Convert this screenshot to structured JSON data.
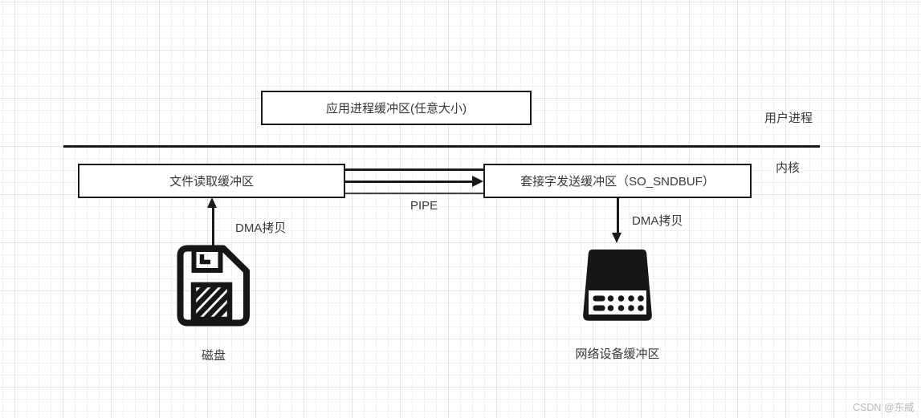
{
  "colors": {
    "stroke": "#1a1a1a",
    "text": "#383838",
    "grid_minor": "#f1f1f3",
    "grid_major": "#e3e3e6",
    "watermark": "#b9b9bd",
    "canvas_bg": "#ffffff"
  },
  "regions": {
    "user_space_label": "用户进程",
    "kernel_label": "内核"
  },
  "boxes": {
    "app_buffer": {
      "label": "应用进程缓冲区(任意大小)"
    },
    "file_read_buffer": {
      "label": "文件读取缓冲区"
    },
    "socket_send_buffer": {
      "label": "套接字发送缓冲区（SO_SNDBUF）"
    }
  },
  "edges": {
    "pipe_label": "PIPE",
    "dma_copy_disk_label": "DMA拷贝",
    "dma_copy_nic_label": "DMA拷贝"
  },
  "nodes": {
    "disk": {
      "label": "磁盘",
      "icon": "floppy-disk-icon"
    },
    "network_device": {
      "label": "网络设备缓冲区",
      "icon": "network-device-icon"
    }
  },
  "watermark": "CSDN @东威"
}
